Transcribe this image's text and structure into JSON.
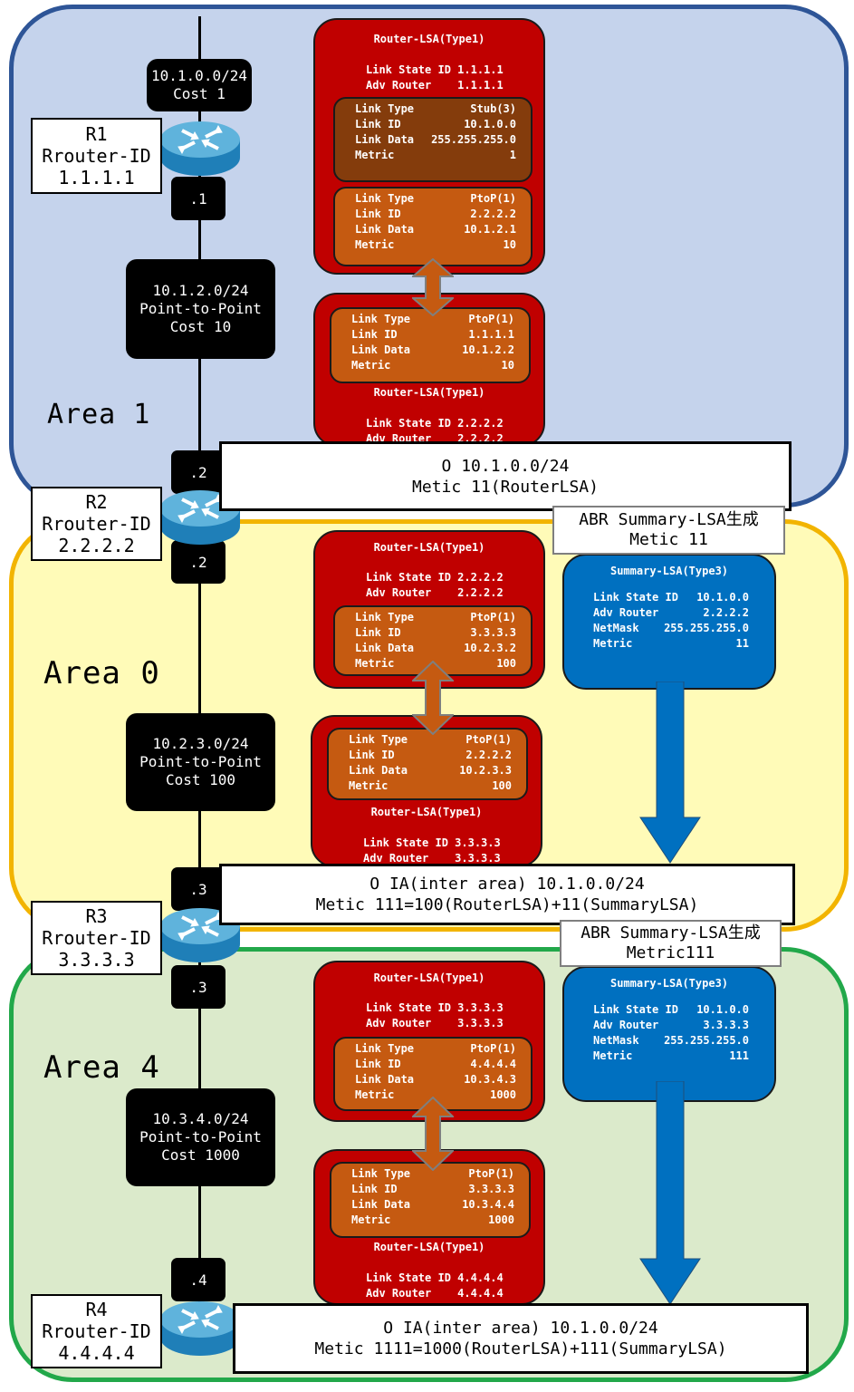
{
  "areas": [
    {
      "label": "Area 1",
      "color": "#c5d3ec",
      "border": "#2e5597"
    },
    {
      "label": "Area 0",
      "color": "#fffbb8",
      "border": "#f2b400"
    },
    {
      "label": "Area 4",
      "color": "#dbeacb",
      "border": "#22a84a"
    }
  ],
  "networks": [
    {
      "lines": [
        "10.1.0.0/24",
        "Cost 1"
      ]
    },
    {
      "lines": [
        "10.1.2.0/24",
        "Point-to-Point",
        "Cost 10"
      ]
    },
    {
      "lines": [
        "10.2.3.0/24",
        "Point-to-Point",
        "Cost 100"
      ]
    },
    {
      "lines": [
        "10.3.4.0/24",
        "Point-to-Point",
        "Cost 1000"
      ]
    }
  ],
  "interfaces": [
    ".1",
    ".2",
    ".2",
    ".3",
    ".3",
    ".4"
  ],
  "routers": [
    {
      "name": "R1",
      "id_label": "Rrouter-ID",
      "id": "1.1.1.1"
    },
    {
      "name": "R2",
      "id_label": "Rrouter-ID",
      "id": "2.2.2.2"
    },
    {
      "name": "R3",
      "id_label": "Rrouter-ID",
      "id": "3.3.3.3"
    },
    {
      "name": "R4",
      "id_label": "Rrouter-ID",
      "id": "4.4.4.4"
    }
  ],
  "router_lsas": [
    {
      "title": "Router-LSA(Type1)",
      "ls_id": "Link State ID 1.1.1.1",
      "adv": "Adv Router    1.1.1.1",
      "links": [
        {
          "rows": [
            [
              "Link Type",
              "Stub(3)"
            ],
            [
              "Link ID",
              "10.1.0.0"
            ],
            [
              "Link Data",
              "255.255.255.0"
            ],
            [
              "Metric",
              "1"
            ]
          ]
        },
        {
          "rows": [
            [
              "Link Type",
              "PtoP(1)"
            ],
            [
              "Link ID",
              "2.2.2.2"
            ],
            [
              "Link Data",
              "10.1.2.1"
            ],
            [
              "Metric",
              "10"
            ]
          ]
        }
      ]
    },
    {
      "title": "Router-LSA(Type1)",
      "ls_id": "Link State ID 2.2.2.2",
      "adv": "Adv Router    2.2.2.2",
      "links": [
        {
          "rows": [
            [
              "Link Type",
              "PtoP(1)"
            ],
            [
              "Link ID",
              "1.1.1.1"
            ],
            [
              "Link Data",
              "10.1.2.2"
            ],
            [
              "Metric",
              "10"
            ]
          ]
        }
      ]
    },
    {
      "title": "Router-LSA(Type1)",
      "ls_id": "Link State ID 2.2.2.2",
      "adv": "Adv Router    2.2.2.2",
      "links": [
        {
          "rows": [
            [
              "Link Type",
              "PtoP(1)"
            ],
            [
              "Link ID",
              "3.3.3.3"
            ],
            [
              "Link Data",
              "10.2.3.2"
            ],
            [
              "Metric",
              "100"
            ]
          ]
        }
      ]
    },
    {
      "title": "Router-LSA(Type1)",
      "ls_id": "Link State ID 3.3.3.3",
      "adv": "Adv Router    3.3.3.3",
      "links": [
        {
          "rows": [
            [
              "Link Type",
              "PtoP(1)"
            ],
            [
              "Link ID",
              "2.2.2.2"
            ],
            [
              "Link Data",
              "10.2.3.3"
            ],
            [
              "Metric",
              "100"
            ]
          ]
        }
      ]
    },
    {
      "title": "Router-LSA(Type1)",
      "ls_id": "Link State ID 3.3.3.3",
      "adv": "Adv Router    3.3.3.3",
      "links": [
        {
          "rows": [
            [
              "Link Type",
              "PtoP(1)"
            ],
            [
              "Link ID",
              "4.4.4.4"
            ],
            [
              "Link Data",
              "10.3.4.3"
            ],
            [
              "Metric",
              "1000"
            ]
          ]
        }
      ]
    },
    {
      "title": "Router-LSA(Type1)",
      "ls_id": "Link State ID 4.4.4.4",
      "adv": "Adv Router    4.4.4.4",
      "links": [
        {
          "rows": [
            [
              "Link Type",
              "PtoP(1)"
            ],
            [
              "Link ID",
              "3.3.3.3"
            ],
            [
              "Link Data",
              "10.3.4.4"
            ],
            [
              "Metric",
              "1000"
            ]
          ]
        }
      ]
    }
  ],
  "summary_lsas": [
    {
      "title": "Summary-LSA(Type3)",
      "rows": [
        [
          "Link State ID",
          "10.1.0.0"
        ],
        [
          "Adv Router",
          "2.2.2.2"
        ],
        [
          "NetMask",
          "255.255.255.0"
        ],
        [
          "Metric",
          "11"
        ]
      ]
    },
    {
      "title": "Summary-LSA(Type3)",
      "rows": [
        [
          "Link State ID",
          "10.1.0.0"
        ],
        [
          "Adv Router",
          "3.3.3.3"
        ],
        [
          "NetMask",
          "255.255.255.0"
        ],
        [
          "Metric",
          "111"
        ]
      ]
    }
  ],
  "routes": [
    {
      "line1": "O  10.1.0.0/24",
      "line2": "Metic 11(RouterLSA)"
    },
    {
      "line1": "O IA(inter area) 10.1.0.0/24",
      "line2": "Metic 111=100(RouterLSA)+11(SummaryLSA)"
    },
    {
      "line1": "O IA(inter area) 10.1.0.0/24",
      "line2": "Metic 1111=1000(RouterLSA)+111(SummaryLSA)"
    }
  ],
  "abr_notes": [
    {
      "line1": "ABR Summary-LSA生成",
      "line2": "Metic 11"
    },
    {
      "line1": "ABR Summary-LSA生成",
      "line2": "Metric111"
    }
  ]
}
